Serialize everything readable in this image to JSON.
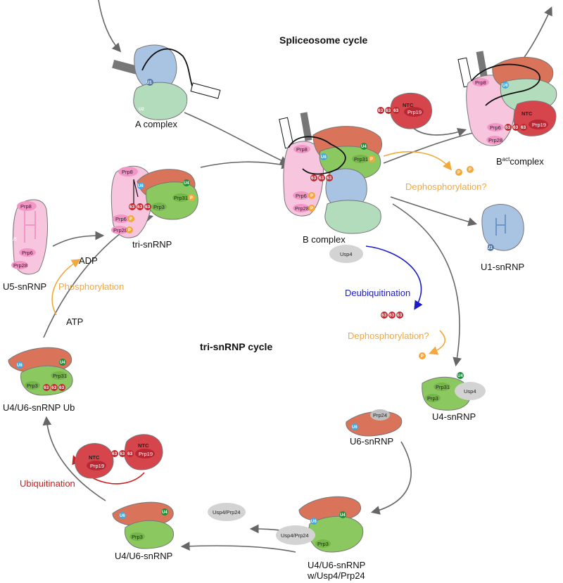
{
  "titles": {
    "spliceosome_cycle": "Spliceosome cycle",
    "tri_snrnp_cycle": "tri-snRNP cycle"
  },
  "complexes": {
    "a_complex": "A complex",
    "b_complex": "B complex",
    "bact_base": "B",
    "bact_sup": "act",
    "bact_rest": "complex",
    "tri_snrnp": "tri-snRNP",
    "u5_snrnp": "U5-snRNP",
    "u1_snrnp": "U1-snRNP",
    "u4_snrnp": "U4-snRNP",
    "u6_snrnp": "U6-snRNP",
    "u4u6_ub": "U4/U6-snRNP Ub",
    "u4u6": "U4/U6-snRNP",
    "u4u6_usp_line1": "U4/U6-snRNP",
    "u4u6_usp_line2": "w/Usp4/Prp24"
  },
  "processes": {
    "dephos_top": "Dephosphorylation?",
    "dephos_mid": "Dephosphorylation?",
    "phosphorylation": "Phosphorylation",
    "deubiquitination": "Deubiquitination",
    "ubiquitination": "Ubiquitination",
    "adp": "ADP",
    "atp": "ATP"
  },
  "proteins": {
    "prp8": "Prp8",
    "prp6": "Prp6",
    "prp28": "Prp28",
    "prp3": "Prp3",
    "prp31": "Prp31",
    "prp19": "Prp19",
    "prp24": "Prp24",
    "ntc": "NTC",
    "usp4": "Usp4",
    "usp4_prp24": "Usp4/Prp24",
    "ub": "63",
    "p": "P",
    "u1": "U1",
    "u2": "U2",
    "u4": "U4",
    "u5": "U5",
    "u6": "U6"
  },
  "colors": {
    "u6_orange": "#d9735a",
    "u4_green": "#8cc860",
    "u5_pink": "#f7c6de",
    "u1_blue": "#a9c4e2",
    "u2_green": "#b3dcbd",
    "ntc_red": "#d6454c",
    "ub_red": "#c1272d",
    "phospho": "#f3a83c",
    "usp_gray": "#d3d3d3",
    "deubiq_blue": "#1b1bc8",
    "ubiq_red": "#d01c1c",
    "arrow_gray": "#666666"
  }
}
